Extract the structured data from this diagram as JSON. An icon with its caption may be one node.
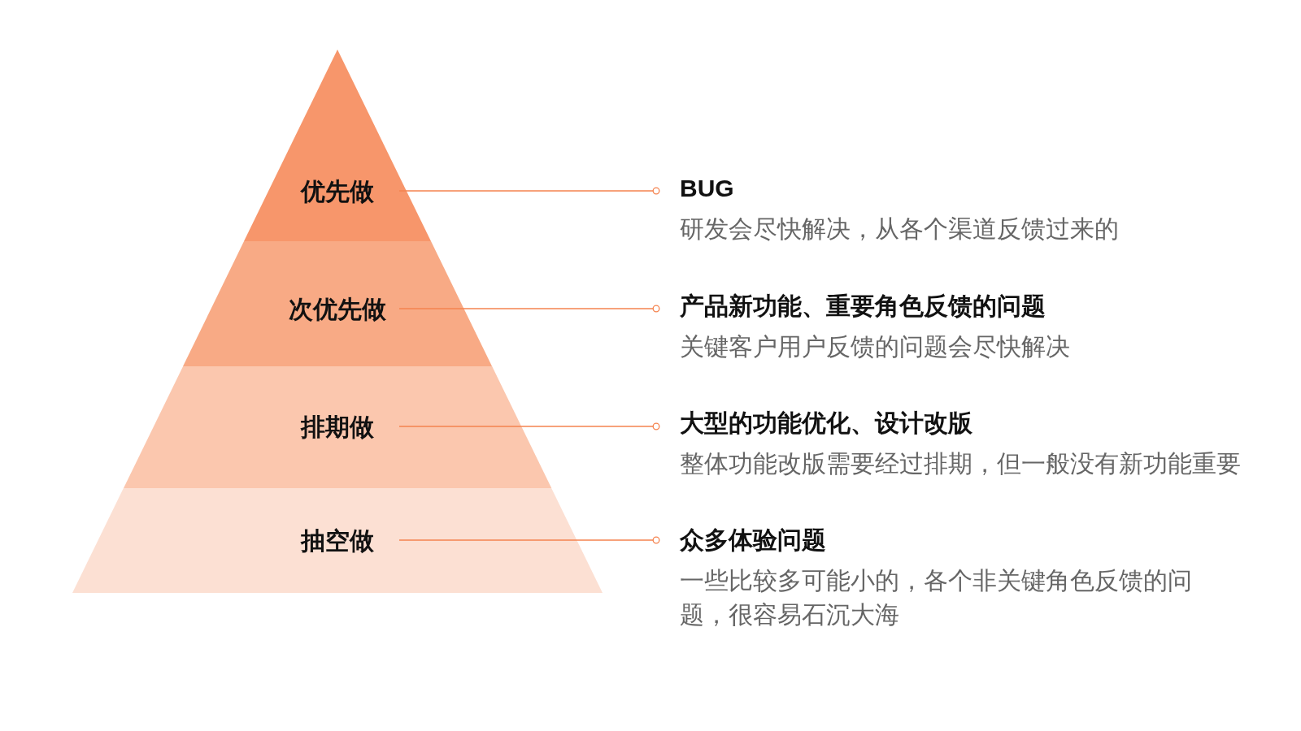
{
  "diagram": {
    "nodes": [
      {
        "text": [
          "优先做"
        ]
      },
      {
        "text": [
          "次优先做"
        ]
      },
      {
        "text": [
          "排期做"
        ]
      },
      {
        "text": [
          "抽空做"
        ]
      },
      {
        "text": [
          "BUG",
          "研发会尽快解决，从各个渠道反馈过来的"
        ]
      },
      {
        "text": [
          "产品新功能、重要角色反馈的问题",
          "关键客户用户反馈的问题会尽快解决"
        ]
      },
      {
        "text": [
          "大型的功能优化、设计改版",
          "整体功能改版需要经过排期，但一般没有新功能重要"
        ]
      },
      {
        "text": [
          "众多体验问题",
          "一些比较多可能小的，各个非关键角色反馈的问题，很容易石沉大海"
        ]
      }
    ],
    "edges": [
      {
        "from": 0,
        "to": 4,
        "arrow": "other"
      },
      {
        "from": 1,
        "to": 5,
        "arrow": "other"
      },
      {
        "from": 2,
        "to": 6,
        "arrow": "other"
      },
      {
        "from": 3,
        "to": 7,
        "arrow": "other"
      }
    ]
  }
}
